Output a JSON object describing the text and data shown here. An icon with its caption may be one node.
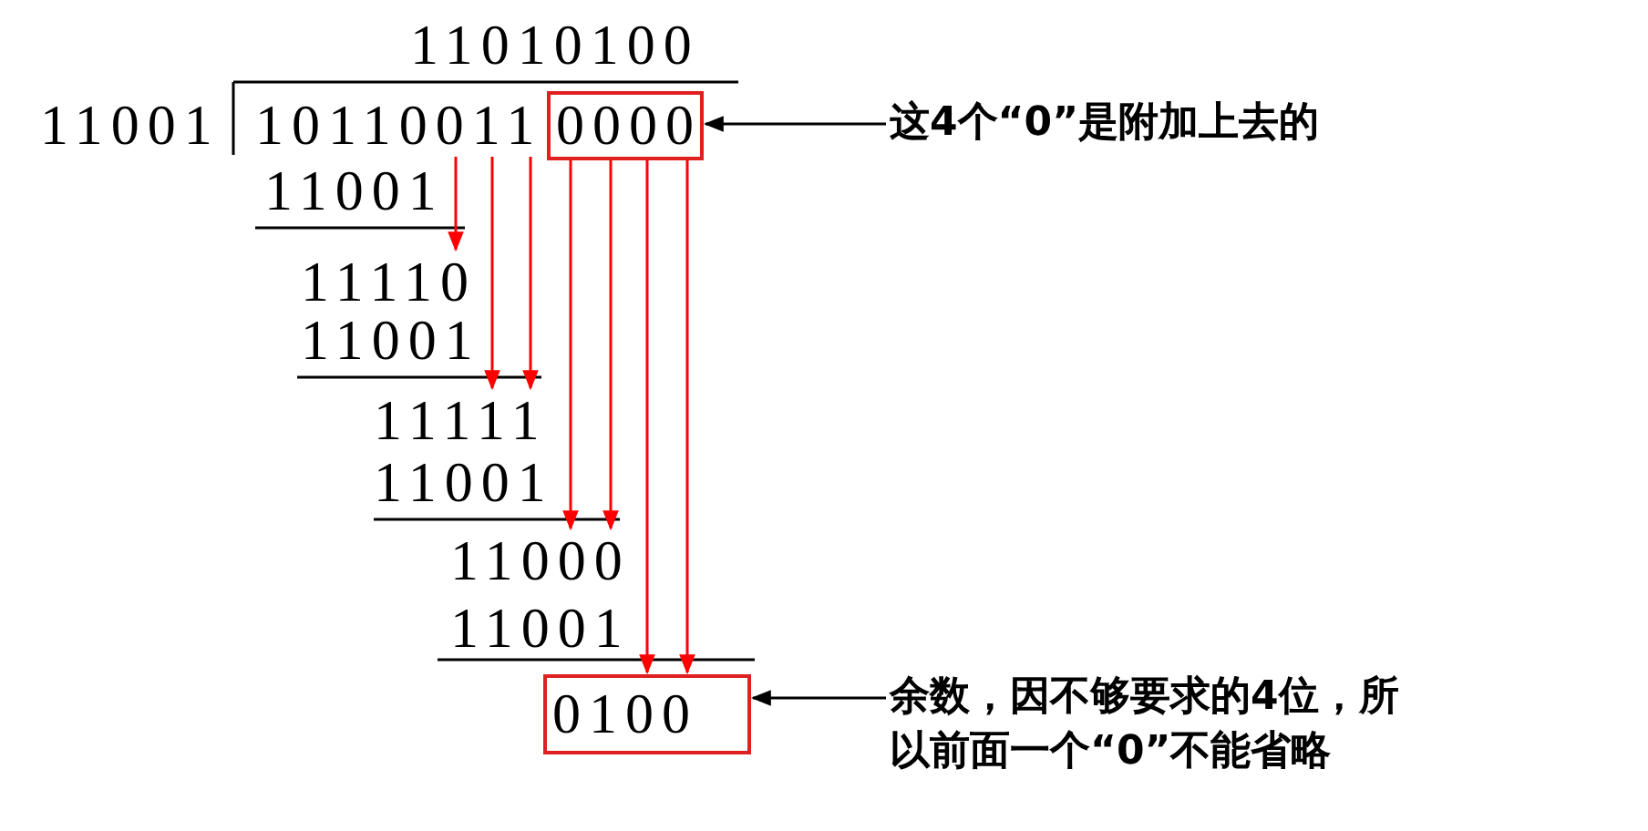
{
  "diagram": {
    "nodes": [
      {
        "text": [
          "10110011"
        ]
      },
      {
        "text": [
          "0000"
        ]
      },
      {
        "text": [
          "这4个“0”是附加上去的"
        ]
      },
      {
        "text": [
          "11110"
        ]
      },
      {
        "text": [
          "11111"
        ]
      },
      {
        "text": [
          "11000"
        ]
      },
      {
        "text": [
          "0100"
        ]
      },
      {
        "text": [
          "余数，因不够要求的4位，所以前面一个“0”不能省略"
        ]
      }
    ],
    "edges": [
      {
        "from": 2,
        "to": 1,
        "arrow": "to",
        "color": "#000000"
      },
      {
        "from": 0,
        "to": 3,
        "arrow": "to"
      },
      {
        "from": 0,
        "to": 4,
        "arrow": "to"
      },
      {
        "from": 0,
        "to": 4,
        "arrow": "to"
      },
      {
        "from": 1,
        "to": 5,
        "arrow": "to"
      },
      {
        "from": 1,
        "to": 5,
        "arrow": "to"
      },
      {
        "from": 1,
        "to": 6,
        "arrow": "to"
      },
      {
        "from": 1,
        "to": 6,
        "arrow": "to"
      },
      {
        "from": 7,
        "to": 6,
        "arrow": "to",
        "color": "#000000"
      }
    ],
    "labels": [
      "11010100",
      "11001",
      "11001",
      "11001",
      "11001",
      "11001"
    ]
  }
}
